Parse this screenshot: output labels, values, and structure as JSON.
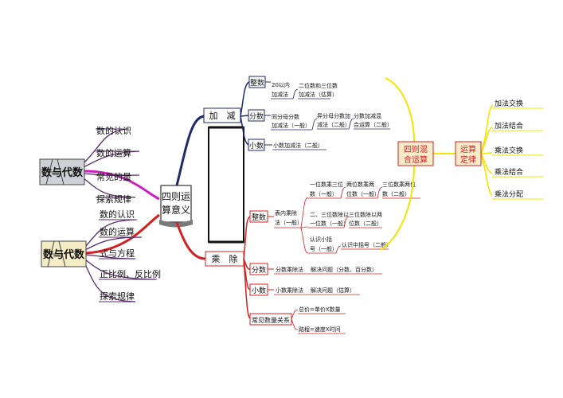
{
  "center": {
    "line1": "四则运",
    "line2": "算意义"
  },
  "top_left": {
    "title": "数与代数",
    "items": [
      "数的认识",
      "数的运算",
      "常见的量",
      "探索规律"
    ]
  },
  "bottom_left": {
    "title": "数与代数",
    "items": [
      "数的认识",
      "数的运算",
      "式与方程",
      "正比例、反比例",
      "探索规律"
    ]
  },
  "add_sub": {
    "label": "加　减",
    "integer": {
      "label": "整数",
      "line1": "20以内",
      "line2": "加减法",
      "sub1": "二位数和三位数",
      "sub2": "加减法（估算）"
    },
    "fraction": {
      "label": "分数",
      "line1": "同分母分数",
      "line2": "加减法（一般）",
      "mid1": "异分母分数加",
      "mid2": "减法（二般）",
      "right1": "分数加减混",
      "right2": "合运算（二般）"
    },
    "decimal": {
      "label": "小数",
      "text": "小数加减法（二般）"
    }
  },
  "mul_div": {
    "label": "乘　除",
    "integer": {
      "label": "整数",
      "table1": "表内乘除",
      "table2": "法（一般）",
      "col1": [
        "一位数乘三位",
        "数（一般）",
        "两位数乘两",
        "位数（一般）",
        "三位数乘两位",
        "数（二般）"
      ],
      "col2": [
        "二、三位数除以",
        "一位数（一般）",
        "三位数除以两",
        "位数（二般）"
      ],
      "col3": [
        "认识小括",
        "号（一般）",
        "认识中括号（二般）"
      ]
    },
    "fraction": {
      "label": "分数",
      "text": "分数乘除法",
      "detail": "解决问题（分数、百分数）"
    },
    "decimal": {
      "label": "小数",
      "text": "小数乘除法",
      "detail": "解决问题（估算）"
    },
    "quantity": {
      "label": "常见数量关系",
      "rel1": "总价=单价X数量",
      "rel2": "路程=速度X时间"
    }
  },
  "mixed": {
    "line1": "四则混",
    "line2": "合运算"
  },
  "laws": {
    "line1": "运算",
    "line2": "定律",
    "items": [
      "加法交换",
      "加法结合",
      "乘法交换",
      "乘法结合",
      "乘法分配"
    ]
  },
  "colors": {
    "navy": "#1f2a6b",
    "pink": "#e0177a",
    "red": "#d42020",
    "yellow": "#f2e600",
    "purple": "#5b2a6b",
    "magenta": "#cc1fbf",
    "olive": "#8a6a2a",
    "green": "#2e7d32"
  }
}
